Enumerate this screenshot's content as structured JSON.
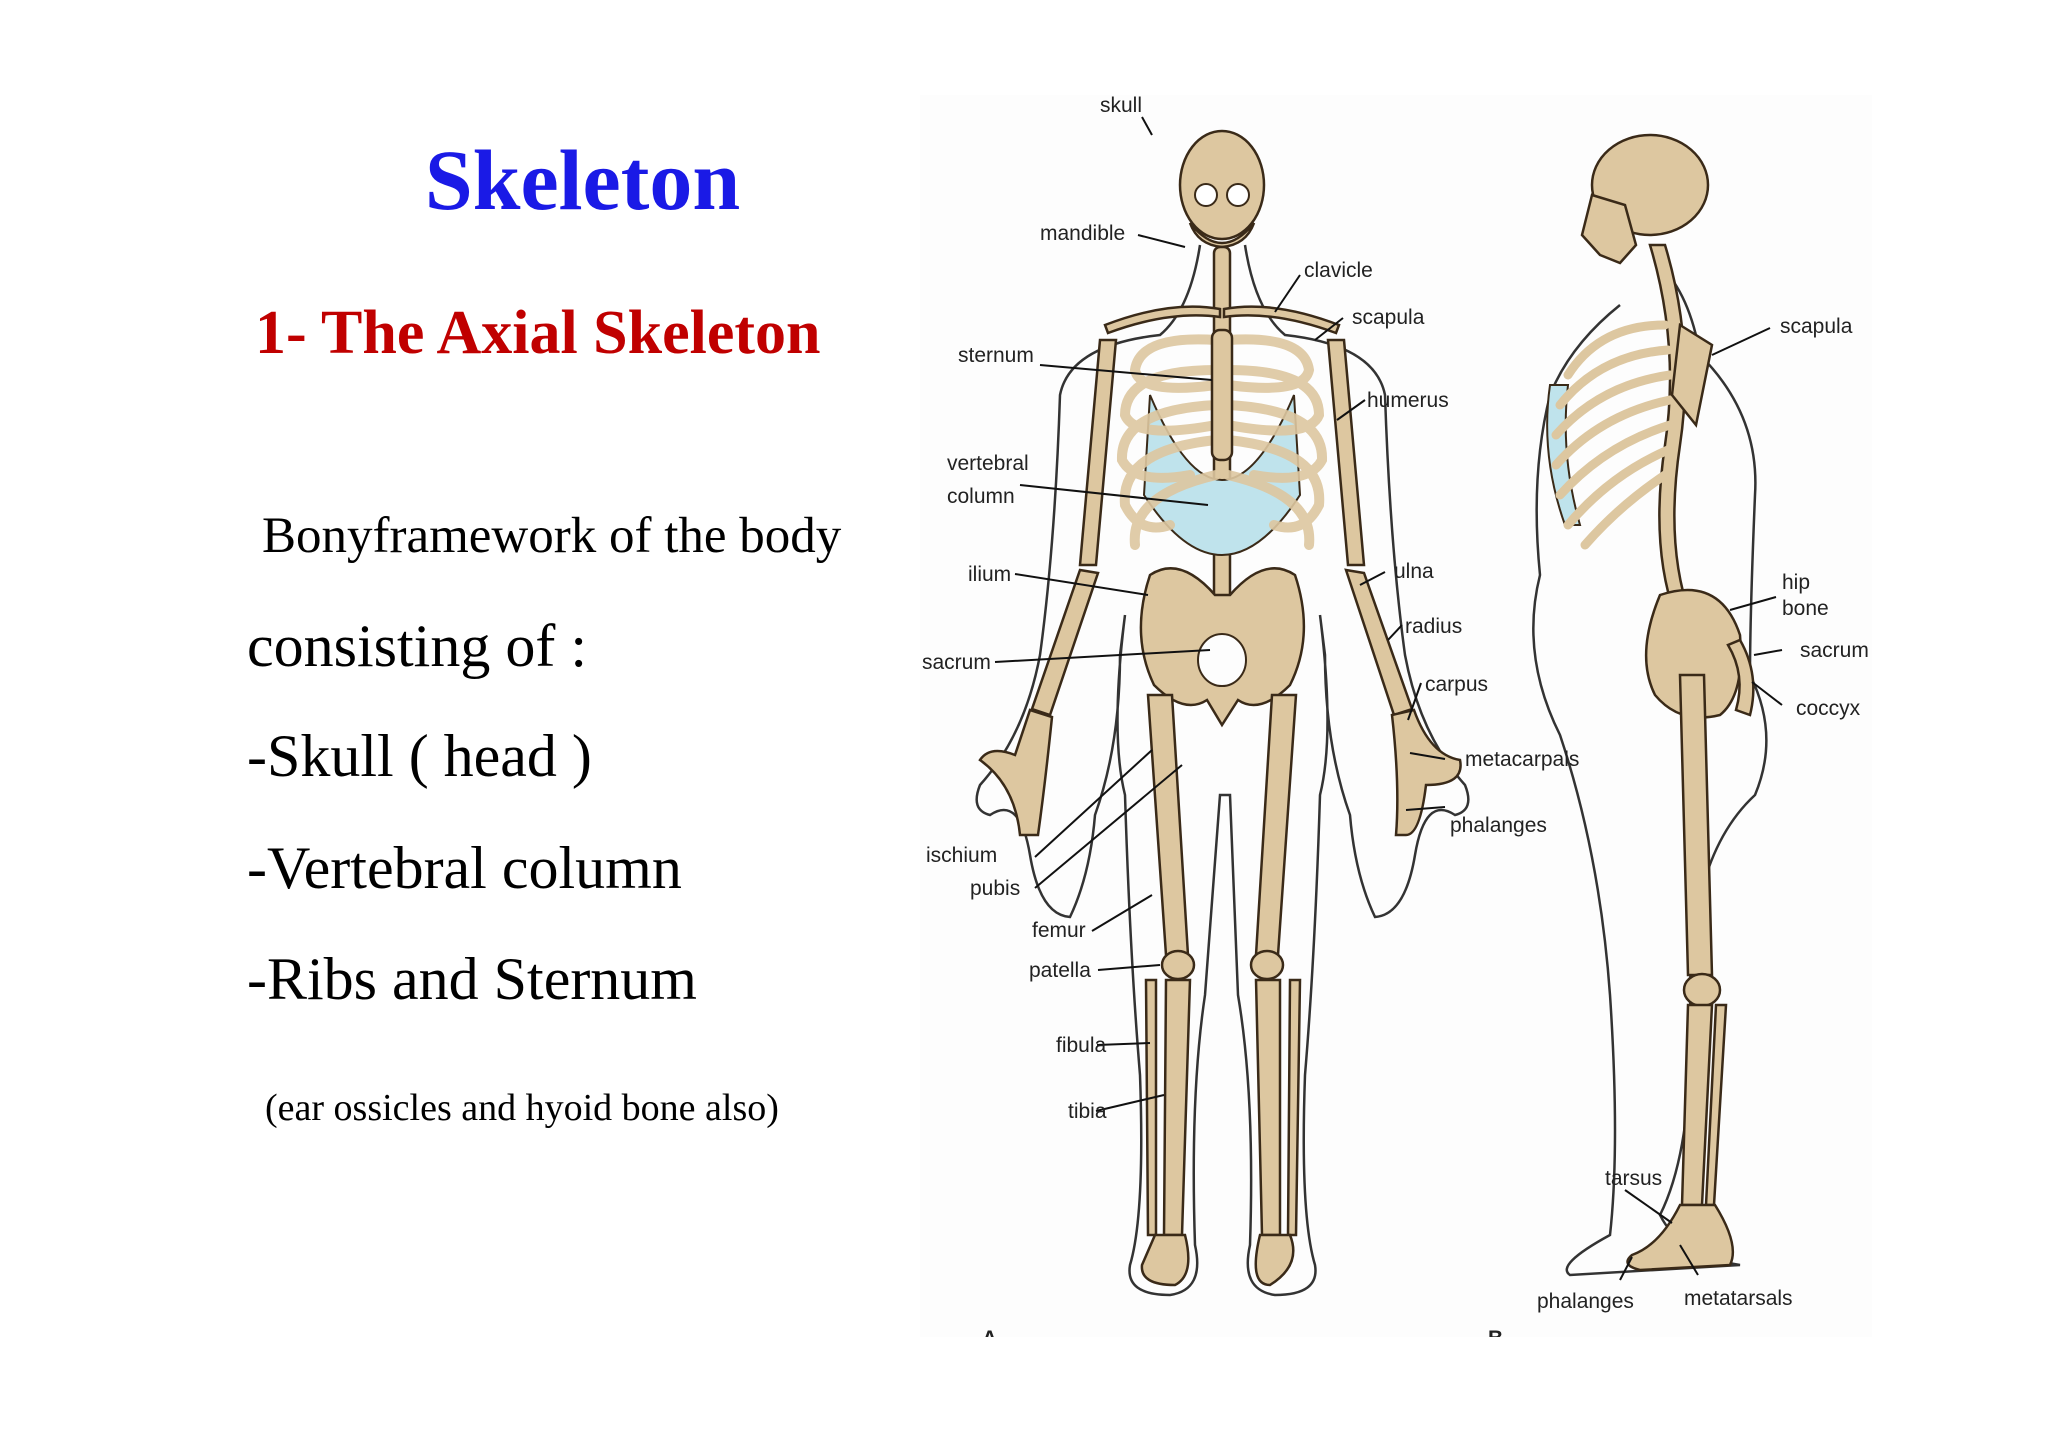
{
  "slide": {
    "title": "Skeleton",
    "subtitle": "1- The Axial Skeleton",
    "intro": "Bonyframework of the body",
    "consisting": "consisting of :",
    "items": [
      "-Skull ( head )",
      "-Vertebral column",
      "-Ribs and Sternum"
    ],
    "note": "(ear ossicles and hyoid bone also)"
  },
  "figure": {
    "front_labels": {
      "skull": "skull",
      "mandible": "mandible",
      "clavicle": "clavicle",
      "scapula": "scapula",
      "sternum": "sternum",
      "humerus": "humerus",
      "vertebral": "vertebral",
      "column": "column",
      "ilium": "ilium",
      "ulna": "ulna",
      "radius": "radius",
      "sacrum": "sacrum",
      "carpus": "carpus",
      "metacarpals": "metacarpals",
      "phalanges": "phalanges",
      "ischium": "ischium",
      "pubis": "pubis",
      "femur": "femur",
      "patella": "patella",
      "fibula": "fibula",
      "tibia": "tibia"
    },
    "side_labels": {
      "scapula": "scapula",
      "hip": "hip",
      "bone": "bone",
      "sacrum": "sacrum",
      "coccyx": "coccyx",
      "tarsus": "tarsus",
      "phalanges": "phalanges",
      "metatarsals": "metatarsals"
    },
    "panel_letters": [
      "A",
      "B"
    ],
    "colors": {
      "bone": "#ddc7a0",
      "cartilage": "#bfe3ec",
      "outline": "#333333"
    }
  }
}
